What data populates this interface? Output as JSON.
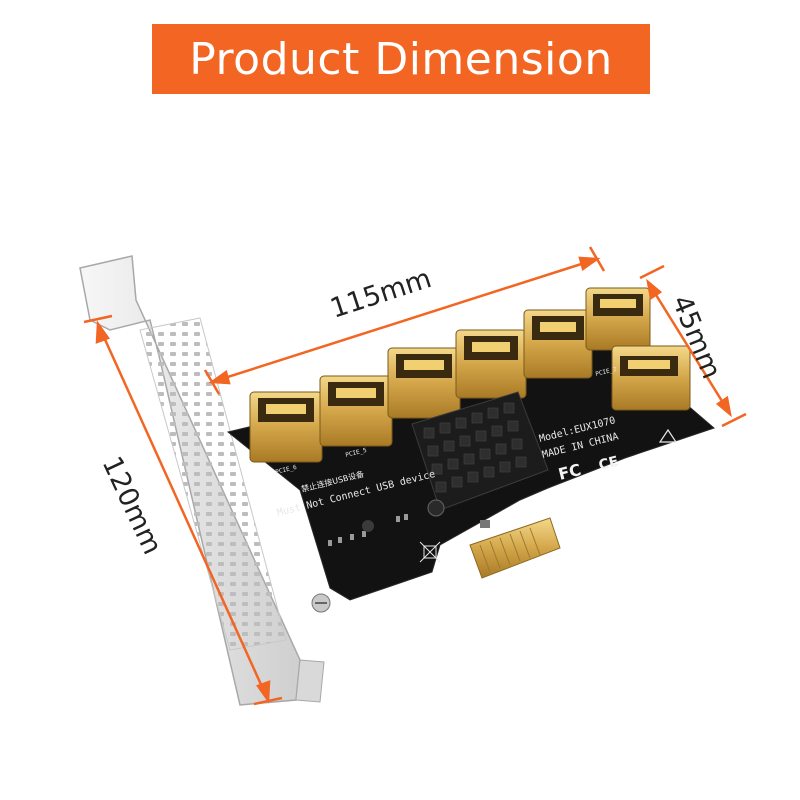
{
  "banner": {
    "title": "Product Dimension"
  },
  "dimensions": {
    "length": "115mm",
    "height": "120mm",
    "width": "45mm"
  },
  "board": {
    "model": "Model:EUX1070",
    "origin": "MADE IN CHINA",
    "warning_cn": "禁止连接USB设备",
    "warning_en": "Must Not Connect USB device",
    "port_labels": [
      "PCIE_6",
      "PCIE_5",
      "PCIE_2"
    ],
    "fcc": "FC",
    "ce": "CE"
  },
  "colors": {
    "accent": "#f26522",
    "pcb": "#121212",
    "bracket": "#e6e6e6",
    "gold": "#d4a64a",
    "heatsink": "#1c1c1c"
  }
}
